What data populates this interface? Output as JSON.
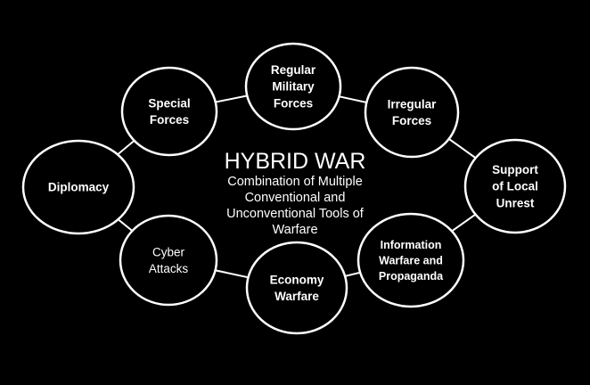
{
  "center": {
    "title": "HYBRID WAR",
    "subtitle_lines": [
      "Combination of Multiple",
      "Conventional and",
      "Unconventional Tools of",
      "Warfare"
    ]
  },
  "nodes": [
    {
      "id": "regular-military-forces",
      "lines": [
        "Regular",
        "Military",
        "Forces"
      ],
      "bold": true
    },
    {
      "id": "irregular-forces",
      "lines": [
        "Irregular",
        "Forces"
      ],
      "bold": true
    },
    {
      "id": "support-of-local-unrest",
      "lines": [
        "Support",
        "of Local",
        "Unrest"
      ],
      "bold": true
    },
    {
      "id": "information-warfare-and-propaganda",
      "lines": [
        "Information",
        "Warfare and",
        "Propaganda"
      ],
      "bold": true
    },
    {
      "id": "economy-warfare",
      "lines": [
        "Economy",
        "Warfare"
      ],
      "bold": true
    },
    {
      "id": "cyber-attacks",
      "lines": [
        "Cyber",
        "Attacks"
      ],
      "bold": false
    },
    {
      "id": "diplomacy",
      "lines": [
        "Diplomacy"
      ],
      "bold": true
    },
    {
      "id": "special-forces",
      "lines": [
        "Special",
        "Forces"
      ],
      "bold": true
    }
  ],
  "colors": {
    "background": "#000000",
    "circle_fill": "#000000",
    "circle_stroke": "#ffffff",
    "text": "#ffffff"
  }
}
